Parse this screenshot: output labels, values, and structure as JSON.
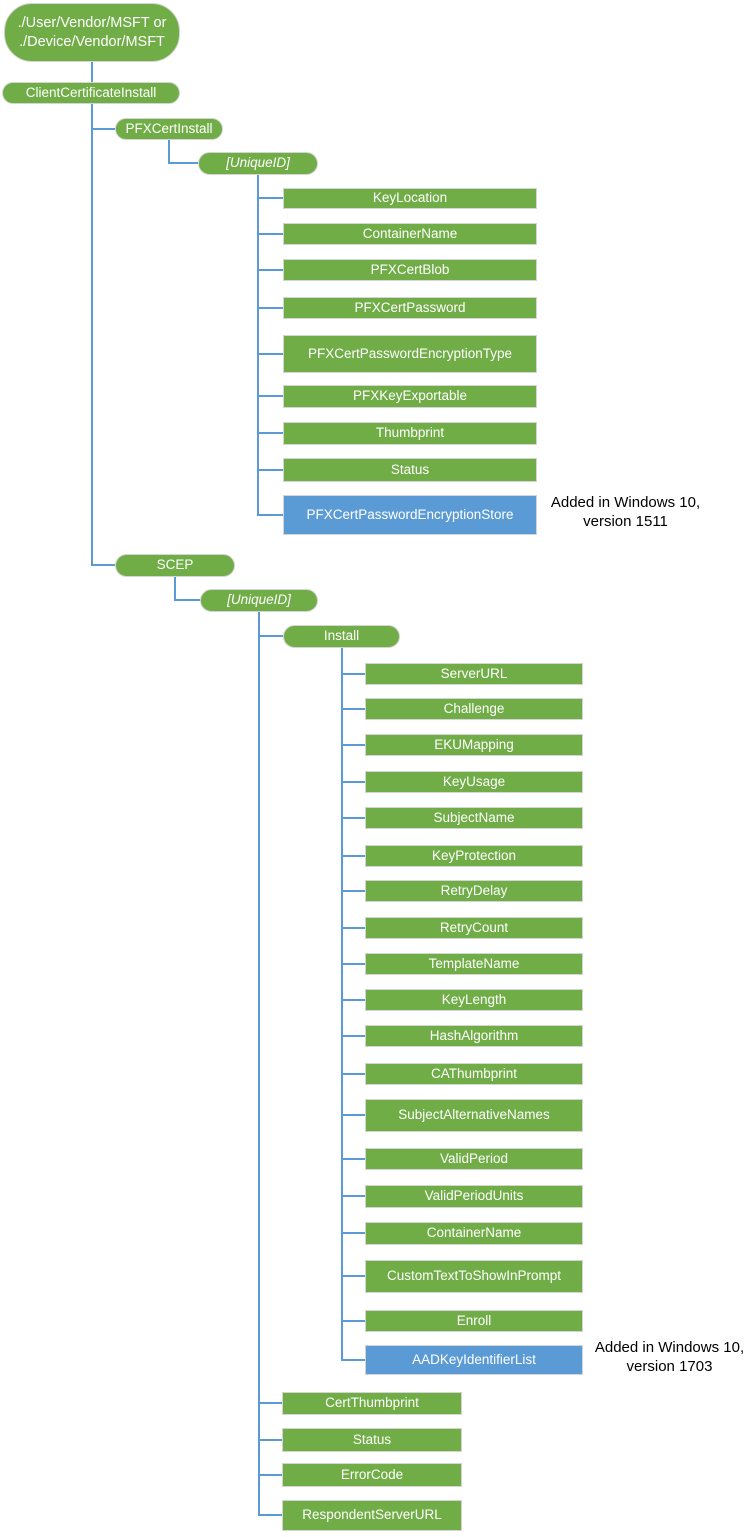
{
  "colors": {
    "node_green": "#70AD47",
    "node_blue": "#5B9BD5",
    "connector_blue": "#5B9BD5",
    "note_text": "#000000"
  },
  "tree": {
    "root": "./User/Vendor/MSFT or\n./Device/Vendor/MSFT",
    "client_certificate_install": "ClientCertificateInstall",
    "pfx": {
      "parent": "PFXCertInstall",
      "unique_id": "[UniqueID]",
      "children": [
        "KeyLocation",
        "ContainerName",
        "PFXCertBlob",
        "PFXCertPassword",
        "PFXCertPasswordEncryptionType",
        "PFXKeyExportable",
        "Thumbprint",
        "Status"
      ],
      "added_node": "PFXCertPasswordEncryptionStore",
      "added_note": "Added in Windows 10,\nversion 1511"
    },
    "scep": {
      "parent": "SCEP",
      "unique_id": "[UniqueID]",
      "install": {
        "parent": "Install",
        "children": [
          "ServerURL",
          "Challenge",
          "EKUMapping",
          "KeyUsage",
          "SubjectName",
          "KeyProtection",
          "RetryDelay",
          "RetryCount",
          "TemplateName",
          "KeyLength",
          "HashAlgorithm",
          "CAThumbprint",
          "SubjectAlternativeNames",
          "ValidPeriod",
          "ValidPeriodUnits",
          "ContainerName",
          "CustomTextToShowInPrompt",
          "Enroll"
        ],
        "added_node": "AADKeyIdentifierList",
        "added_note": "Added in Windows 10,\nversion 1703"
      },
      "children": [
        "CertThumbprint",
        "Status",
        "ErrorCode",
        "RespondentServerURL"
      ]
    }
  }
}
